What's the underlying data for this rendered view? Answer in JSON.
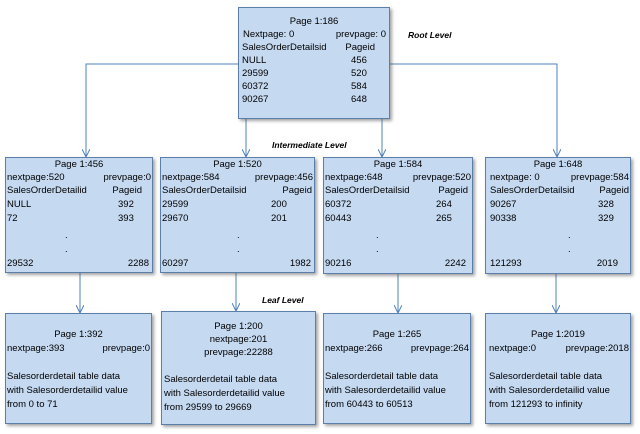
{
  "root": {
    "title": "Page 1:186",
    "nextpage": "Nextpage: 0",
    "prevpage": "prevpage: 0",
    "col_left": "SalesOrderDetailsid",
    "col_right": "Pageid",
    "rows": [
      {
        "key": "NULL",
        "page": "456"
      },
      {
        "key": "29599",
        "page": "520"
      },
      {
        "key": "60372",
        "page": "584"
      },
      {
        "key": "90267",
        "page": "648"
      }
    ]
  },
  "labels": {
    "root": "Root Level",
    "intermediate": "Intermediate Level",
    "leaf": "Leaf Level"
  },
  "intermediate": [
    {
      "title": "Page 1:456",
      "nextpage": "nextpage:520",
      "prevpage": "prevpage:0",
      "col_left": "SalesOrderDetailid",
      "col_right": "Pageid",
      "row1": {
        "key": "NULL",
        "page": "392"
      },
      "row2": {
        "key": "72",
        "page": "393"
      },
      "last": {
        "key": "29532",
        "page": "2288"
      }
    },
    {
      "title": "Page 1:520",
      "nextpage": "nextpage:584",
      "prevpage": "prevpage:456",
      "col_left": "SalesOrderDetailsid",
      "col_right": "Pageid",
      "row1": {
        "key": "29599",
        "page": "200"
      },
      "row2": {
        "key": "29670",
        "page": "201"
      },
      "last": {
        "key": "60297",
        "page": "1982"
      }
    },
    {
      "title": "Page 1:584",
      "nextpage": "nextpage:648",
      "prevpage": "prevpage:520",
      "col_left": "SalesOrderDetailsid",
      "col_right": "Pageid",
      "row1": {
        "key": "60372",
        "page": "264"
      },
      "row2": {
        "key": "60443",
        "page": "265"
      },
      "last": {
        "key": "90216",
        "page": "2242"
      }
    },
    {
      "title": "Page 1:648",
      "nextpage": "nextpage: 0",
      "prevpage": "prevpage:584",
      "col_left": "SalesOrderDetailsid",
      "col_right": "Pageid",
      "row1": {
        "key": "90267",
        "page": "328"
      },
      "row2": {
        "key": "90338",
        "page": "329"
      },
      "last": {
        "key": "121293",
        "page": "2019"
      }
    }
  ],
  "leaves": [
    {
      "title": "Page 1:392",
      "nextpage": "nextpage:393",
      "prevpage": "prevpage:0",
      "desc1": "Salesorderdetail table data",
      "desc2": "with Salesorderdetailid value",
      "desc3": "from 0 to 71"
    },
    {
      "title": "Page 1:200",
      "nextpage": "nextpage:201",
      "prevpage": "prevpage:22288",
      "desc1": "Salesorderdetail table data",
      "desc2": "with Salesorderdetailid value",
      "desc3": "from 29599  to 29669"
    },
    {
      "title": "Page 1:265",
      "nextpage": "nextpage:266",
      "prevpage": "prevpage:264",
      "desc1": "Salesorderdetail table data",
      "desc2": "with Salesorderdetailid value",
      "desc3": "from 60443 to 60513"
    },
    {
      "title": "Page 1:2019",
      "nextpage": "nextpage:0",
      "prevpage": "prevpage:2018",
      "desc1": "Salesorderdetail table data",
      "desc2": "with Salesorderdetailid value",
      "desc3": "from 121293  to infinity"
    }
  ],
  "ellipsis": "."
}
